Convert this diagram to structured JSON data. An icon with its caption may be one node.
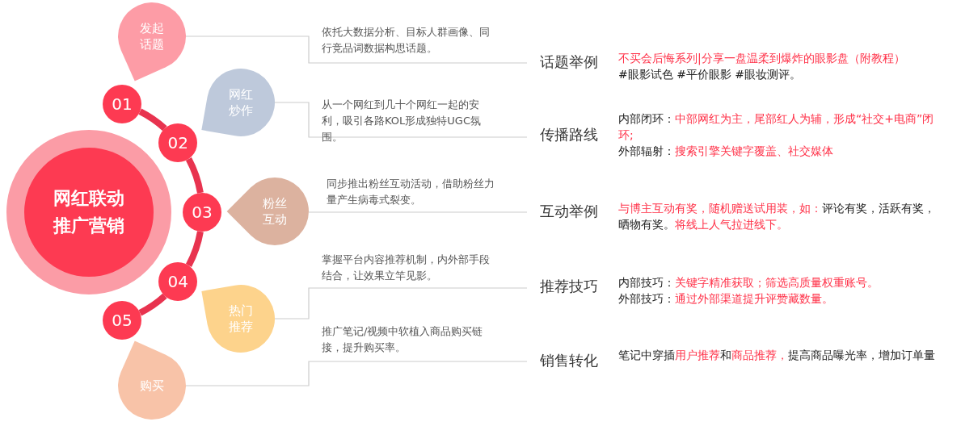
{
  "diagram": {
    "nodes": [
      {
        "text": [
          "网红联动推广营销"
        ]
      },
      {
        "text": [
          "01"
        ]
      },
      {
        "text": [
          "02"
        ]
      },
      {
        "text": [
          "03"
        ]
      },
      {
        "text": [
          "04"
        ]
      },
      {
        "text": [
          "05"
        ]
      },
      {
        "text": [
          "发起话题"
        ]
      },
      {
        "text": [
          "网红炒作"
        ]
      },
      {
        "text": [
          "粉丝互动"
        ]
      },
      {
        "text": [
          "热门推荐"
        ]
      },
      {
        "text": [
          "购买"
        ]
      },
      {
        "text": [
          "依托大数据分析、目标人群画像、同行竞品词数据构思话题。"
        ]
      },
      {
        "text": [
          "从一个网红到几十个网红一起的安利，吸引各路KOL形成独特UGC氛围。"
        ]
      },
      {
        "text": [
          "同步推出粉丝互动活动，借助粉丝力量产生病毒式裂变。"
        ]
      },
      {
        "text": [
          "掌握平台内容推荐机制，内外部手段结合，让效果立竿见影。"
        ]
      },
      {
        "text": [
          "推广笔记/视频中软植入商品购买链接，提升购买率。"
        ]
      }
    ],
    "edges": [
      {
        "from": 1,
        "to": 2,
        "arrow": "none",
        "style": "thick",
        "color": "#e8334f"
      },
      {
        "from": 2,
        "to": 3,
        "arrow": "none",
        "style": "thick",
        "color": "#e8334f"
      },
      {
        "from": 3,
        "to": 4,
        "arrow": "none",
        "style": "thick",
        "color": "#e8334f"
      },
      {
        "from": 4,
        "to": 5,
        "arrow": "none",
        "style": "thick",
        "color": "#e8334f"
      },
      {
        "from": 6,
        "to": 11,
        "arrow": "none"
      },
      {
        "from": 7,
        "to": 12,
        "arrow": "none"
      },
      {
        "from": 8,
        "to": 13,
        "arrow": "none"
      },
      {
        "from": 9,
        "to": 14,
        "arrow": "none"
      },
      {
        "from": 10,
        "to": 15,
        "arrow": "none"
      }
    ],
    "labels": [
      "话题举例",
      "不买会后悔系列|分享一盘温柔到爆炸的眼影盘（附教程）",
      "#眼影试色 #平价眼影 #眼妆测评。",
      "传播路线",
      "内部闭环：",
      "中部网红为主，尾部红人为辅，形成“社交+电商”闭环;",
      "外部辐射：",
      "搜索引擎关键字覆盖、社交媒体",
      "互动举例",
      "与博主互动有奖，随机赠送试用装，如：",
      "评论有奖，活跃有奖，晒物有奖。",
      "将线上人气拉进线下。",
      "推荐技巧",
      "内部技巧：",
      "关键字精准获取；筛选高质量权重账号。",
      "外部技巧：",
      "通过外部渠道提升评赞藏数量。",
      "销售转化",
      "笔记中穿插",
      "用户推荐",
      "和",
      "商品推荐，",
      "提高商品曝光率，增加订单量"
    ]
  }
}
